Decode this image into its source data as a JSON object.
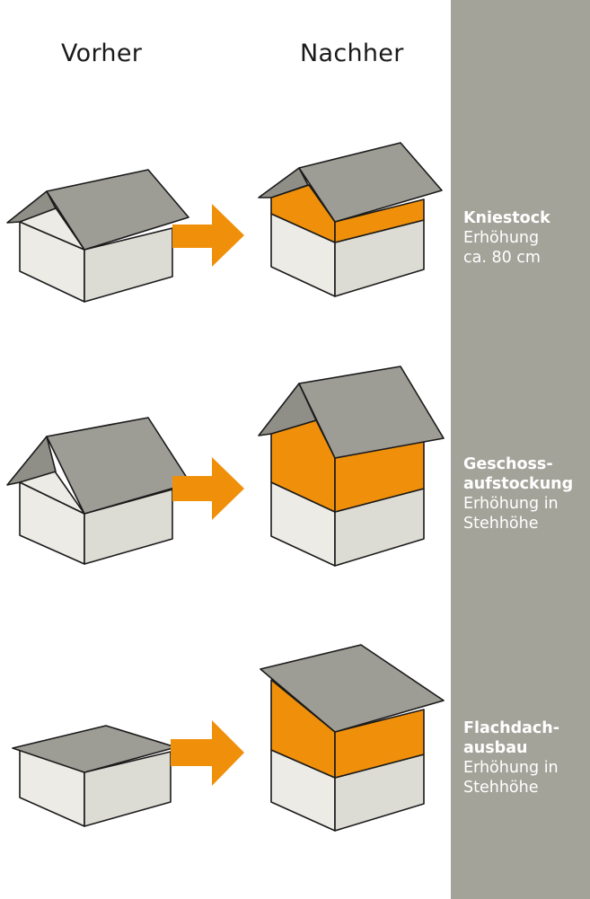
{
  "headers": {
    "before": "Vorher",
    "after": "Nachher"
  },
  "rows": [
    {
      "title": "Kniestock",
      "subtitle_line1": "Erhöhung",
      "subtitle_line2": "ca. 80 cm"
    },
    {
      "title_line1": "Geschoss-",
      "title_line2": "aufstockung",
      "subtitle_line1": "Erhöhung in",
      "subtitle_line2": "Stehhöhe"
    },
    {
      "title_line1": "Flachdach-",
      "title_line2": "ausbau",
      "subtitle_line1": "Erhöhung in",
      "subtitle_line2": "Stehhöhe"
    }
  ],
  "colors": {
    "accent_orange": "#f0900a",
    "sidebar_gray": "#a4a39a",
    "roof_gray": "#9d9c95",
    "wall_light": "#dddcd4"
  }
}
